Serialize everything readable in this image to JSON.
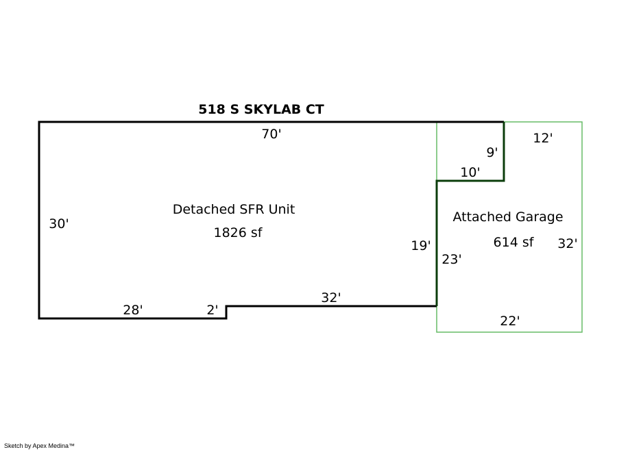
{
  "title": "518 S SKYLAB CT",
  "colors": {
    "main_wall": "#000000",
    "shared_wall": "#0b3d0b",
    "garage_outline": "#66bb66"
  },
  "main_area": {
    "name": "Detached SFR Unit",
    "area": "1826 sf"
  },
  "garage_area": {
    "name": "Attached Garage",
    "area": "614 sf"
  },
  "dimensions": {
    "top": "70'",
    "left": "30'",
    "bottom_left": "28'",
    "step": "2'",
    "bottom_mid": "32'",
    "inner_vertical": "19'",
    "notch_vertical": "9'",
    "notch_horizontal": "10'",
    "garage_top": "12'",
    "garage_right": "32'",
    "garage_left": "23'",
    "garage_bottom": "22'"
  },
  "credit": "Sketch by Apex Medina™"
}
